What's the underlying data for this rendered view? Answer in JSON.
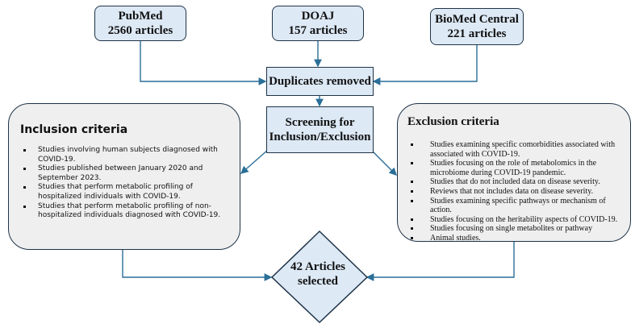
{
  "sources": [
    {
      "name": "PubMed",
      "count": "2560 articles"
    },
    {
      "name": "DOAJ",
      "count": "157 articles"
    },
    {
      "name": "BioMed Central",
      "count": "221 articles"
    }
  ],
  "duplicates": "Duplicates removed",
  "screening": {
    "line1": "Screening for",
    "line2": "Inclusion/Exclusion"
  },
  "inclusion": {
    "title": "Inclusion criteria",
    "items": [
      "Studies involving human subjects diagnosed with COVID-19.",
      "Studies published between January 2020 and September 2023.",
      "Studies that perform metabolic profiling of hospitalized individuals with COVID-19.",
      "Studies that perform metabolic profiling of non-hospitalized individuals diagnosed with COVID-19."
    ]
  },
  "exclusion": {
    "title": "Exclusion criteria",
    "items": [
      "Studies examining specific comorbidities associated with associated with COVID-19.",
      "Studies focusing on the role of metabolomics in the microbiome during COVID-19 pandemic.",
      "Studies that do not included data on disease severity.",
      "Reviews that not includes data on disease severity.",
      "Studies examining specific pathways or mechanism of action.",
      "Studies focusing on the heritability aspects of COVID-19.",
      "Studies focusing on single metabolites or pathway",
      "Animal studies."
    ]
  },
  "result": {
    "line1": "42 Articles",
    "line2": "selected"
  },
  "colors": {
    "box_fill": "#dde9f5",
    "criteria_fill": "#efefef",
    "arrow": "#2a6f97",
    "border": "#1f3347"
  }
}
